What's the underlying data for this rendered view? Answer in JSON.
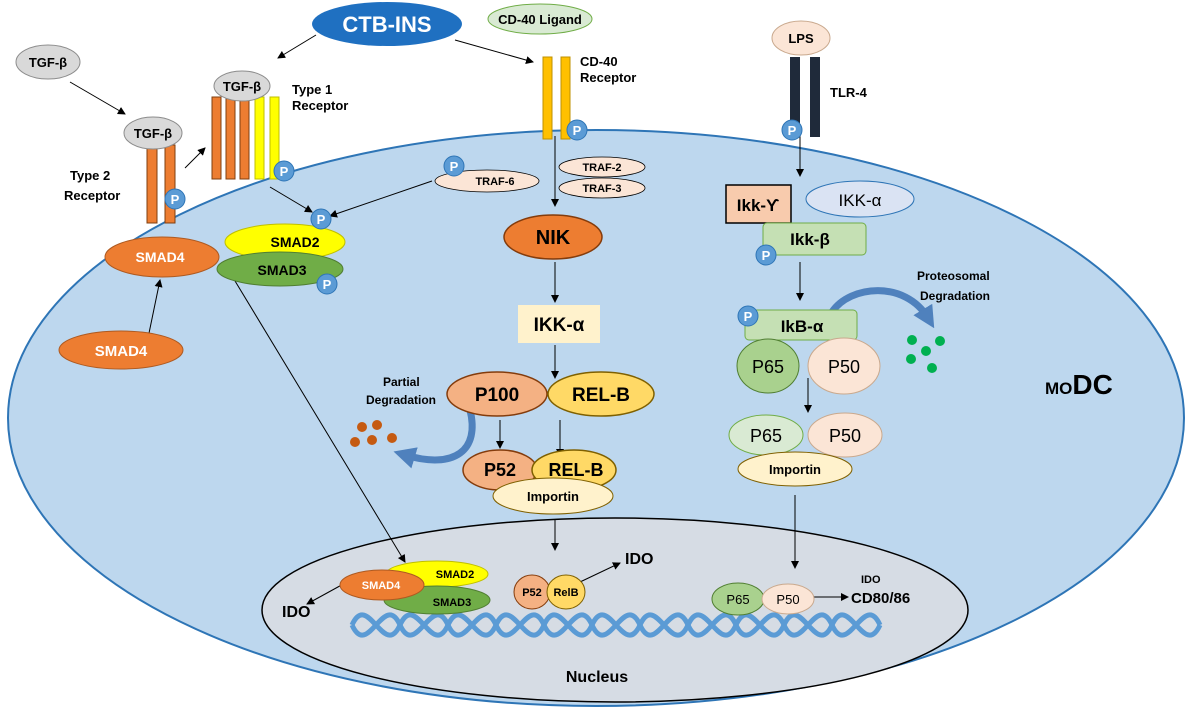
{
  "labels": {
    "ctb_ins": "CTB-INS",
    "cd40_ligand": "CD-40 Ligand",
    "cd40_receptor_1": "CD-40",
    "cd40_receptor_2": "Receptor",
    "lps": "LPS",
    "tlr4": "TLR-4",
    "tgfb_free": "TGF-β",
    "tgfb_type1": "TGF-β",
    "tgfb_type2": "TGF-β",
    "type1_receptor_1": "Type 1",
    "type1_receptor_2": "Receptor",
    "type2_receptor_1": "Type 2",
    "type2_receptor_2": "Receptor",
    "phospho": "P",
    "traf6": "TRAF-6",
    "traf2": "TRAF-2",
    "traf3": "TRAF-3",
    "smad4": "SMAD4",
    "smad2": "SMAD2",
    "smad3": "SMAD3",
    "smad4_free": "SMAD4",
    "nik": "NIK",
    "ikk_alpha_mid": "IKK-α",
    "p100": "P100",
    "relb": "REL-B",
    "partial_degradation_1": "Partial",
    "partial_degradation_2": "Degradation",
    "p52": "P52",
    "relb_2": "REL-B",
    "importin_mid": "Importin",
    "ikk_gamma": "Ikk-ϒ",
    "ikk_alpha_right": "IKK-α",
    "ikk_beta": "Ikk-β",
    "proteosomal_1": "Proteosomal",
    "proteosomal_2": "Degradation",
    "ikb_alpha": "IkB-α",
    "p65_a": "P65",
    "p50_a": "P50",
    "p65_b": "P65",
    "p50_b": "P50",
    "importin_right": "Importin",
    "modc_prefix": "MO",
    "modc_main": "DC",
    "nucleus": "Nucleus",
    "n_smad4": "SMAD4",
    "n_smad2": "SMAD2",
    "n_smad3": "SMAD3",
    "n_ido_left": "IDO",
    "n_p52": "P52",
    "n_relb": "RelB",
    "n_ido_mid": "IDO",
    "n_p65": "P65",
    "n_p50": "P50",
    "n_ido_right": "IDO",
    "n_cd80": "CD80/86"
  },
  "colors": {
    "cell": "#bdd7ee",
    "cell_border": "#2e75b6",
    "nucleus": "#d6dce4",
    "ctb_ins": "#1f70c1",
    "orange": "#ed7d31",
    "yellow": "#ffff00",
    "green": "#70ad47",
    "light_green": "#d9ead3",
    "phospho": "#5b9bd5",
    "tlr4": "#1f2a3a",
    "cd40": "#ffc000",
    "gray_ellipse": "#d9d9d9",
    "peach": "#fbe5d6",
    "cream": "#fff2cc",
    "p100": "#f4b183",
    "relb": "#ffd966",
    "dna": "#6fa8dc",
    "green_dots": "#00b050",
    "brown_dots": "#c55a11"
  }
}
